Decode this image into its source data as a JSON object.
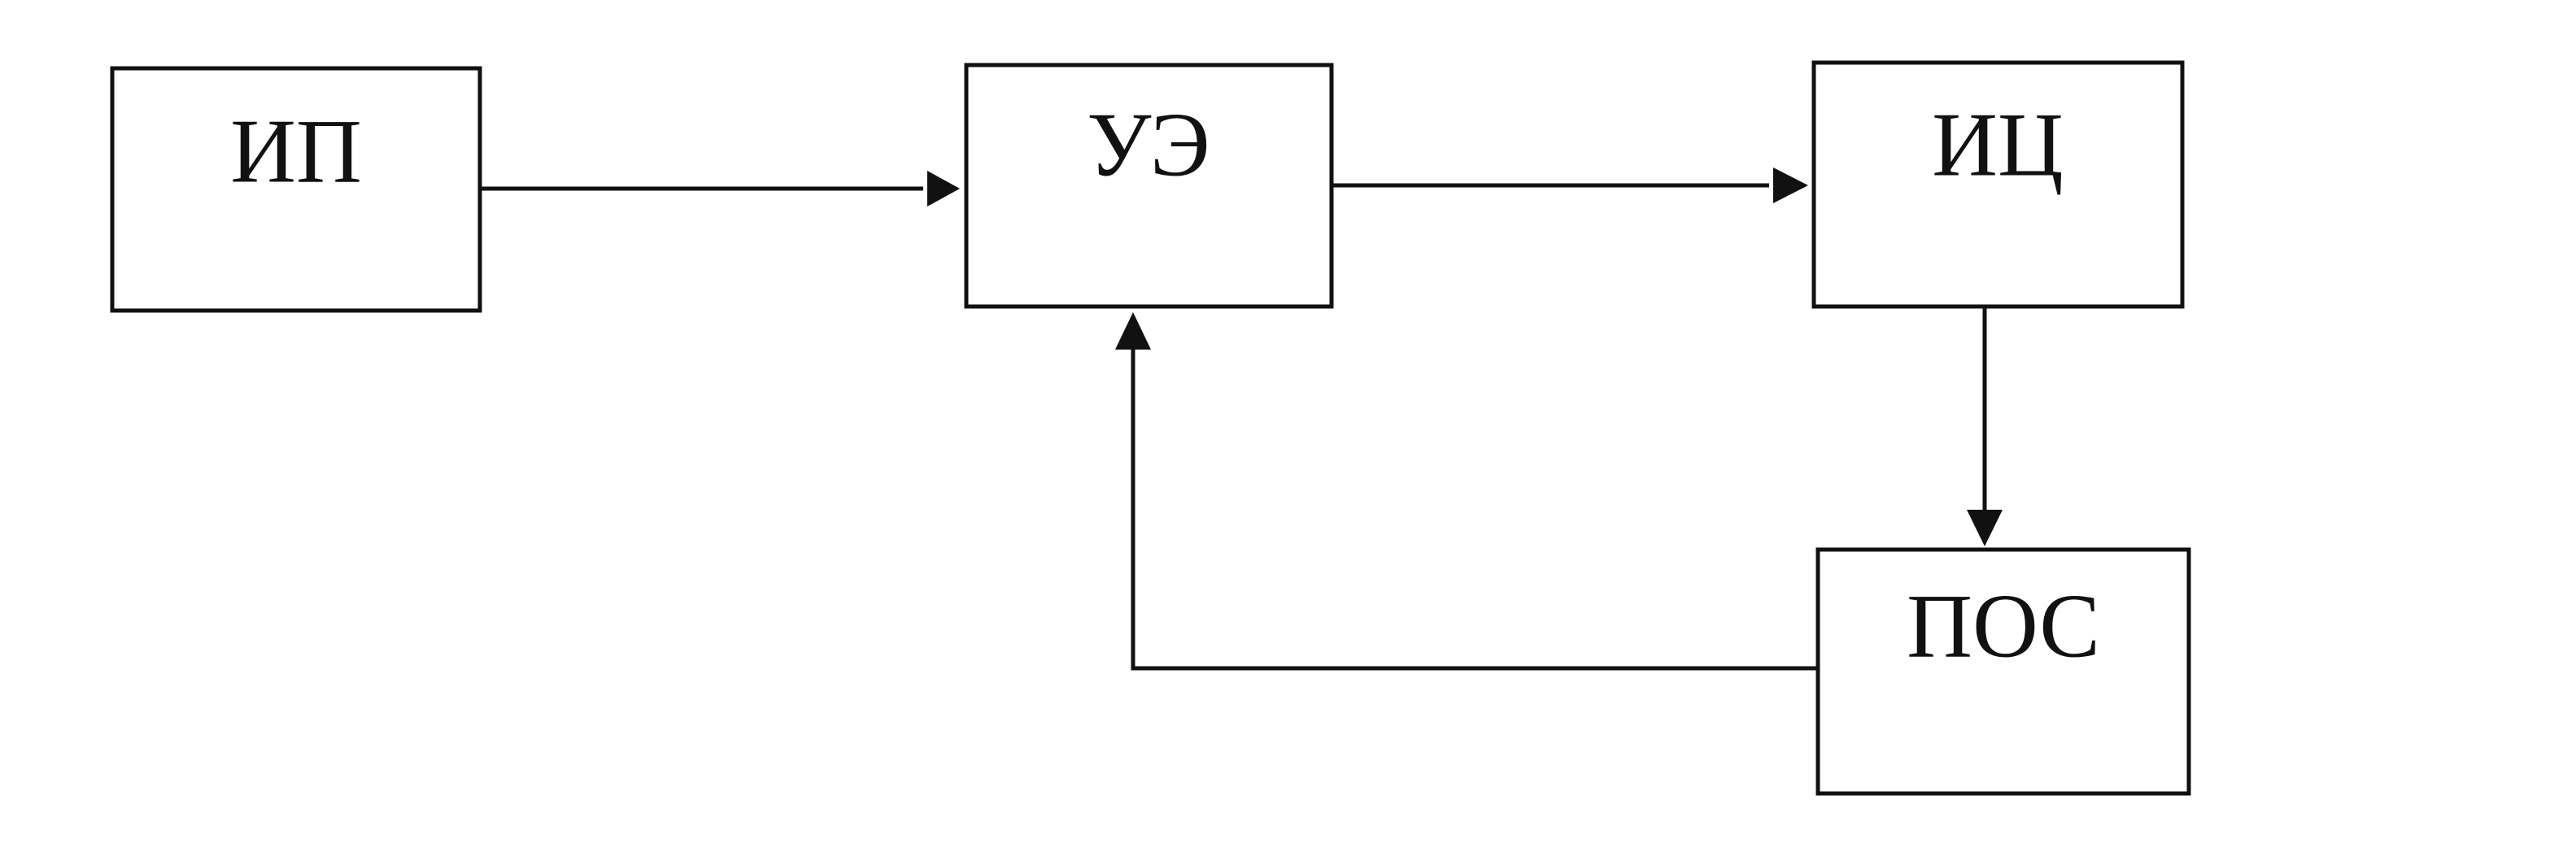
{
  "blocks": {
    "ip": {
      "label": "ИП"
    },
    "ue": {
      "label": "УЭ"
    },
    "ic": {
      "label": "ИЦ"
    },
    "pos": {
      "label": "ПОС"
    }
  },
  "connections": [
    {
      "from": "ИП",
      "to": "УЭ"
    },
    {
      "from": "УЭ",
      "to": "ИЦ"
    },
    {
      "from": "ИЦ",
      "to": "ПОС"
    },
    {
      "from": "ПОС",
      "to": "УЭ"
    }
  ],
  "colors": {
    "stroke": "#111111",
    "background": "#ffffff"
  }
}
